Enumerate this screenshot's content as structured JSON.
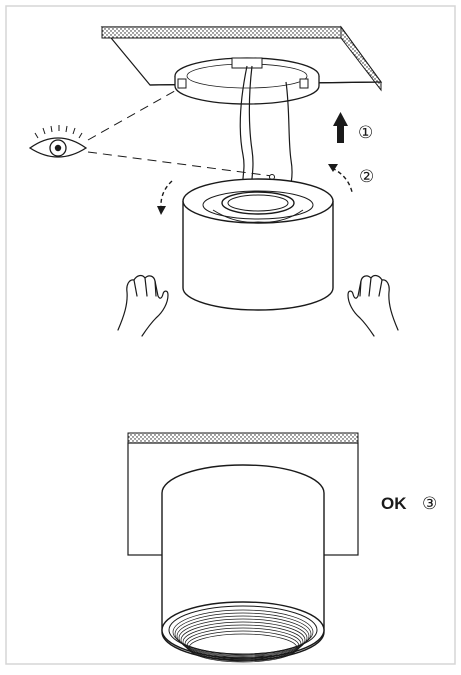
{
  "figure": {
    "step1_marker": "①",
    "step2_marker": "②",
    "step3_marker": "③",
    "ok_label": "OK",
    "colors": {
      "line": "#1a1a1a",
      "frame": "#d6d6d6",
      "paper": "#ffffff"
    },
    "icons": [
      "eye-icon",
      "up-arrow-icon",
      "rotate-arrow-icon",
      "hand-icon"
    ]
  }
}
